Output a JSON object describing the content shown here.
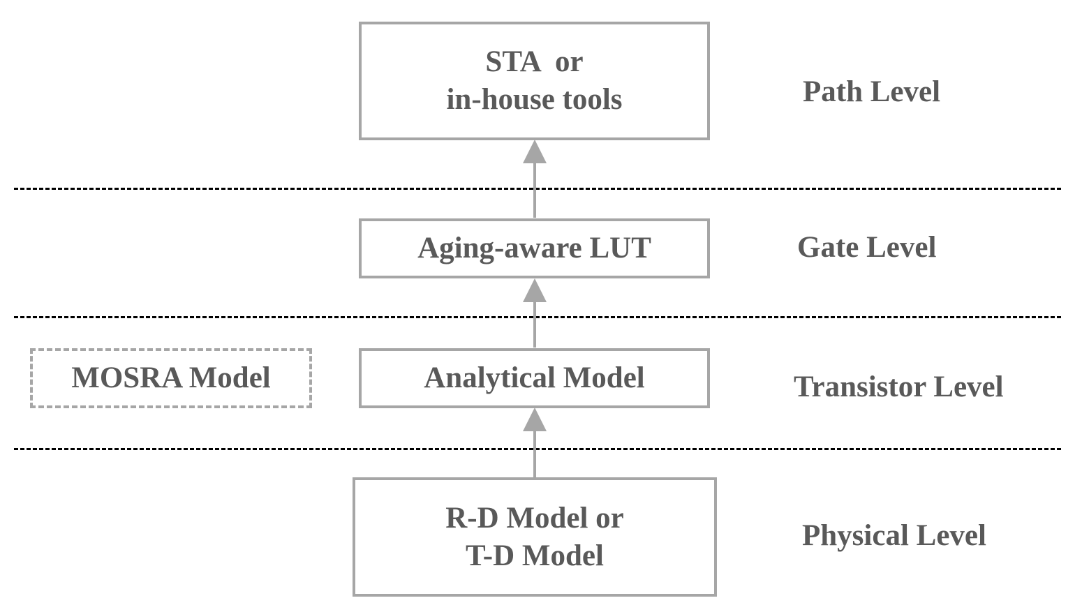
{
  "boxes": {
    "path": {
      "line1": "STA  or",
      "line2": "in-house tools"
    },
    "gate": {
      "label": "Aging-aware LUT"
    },
    "transistor": {
      "label": "Analytical Model"
    },
    "mosra": {
      "label": "MOSRA Model"
    },
    "physical": {
      "line1": "R-D Model or",
      "line2": "T-D Model"
    }
  },
  "levels": {
    "path": "Path Level",
    "gate": "Gate Level",
    "transistor": "Transistor Level",
    "physical": "Physical Level"
  },
  "colors": {
    "box_border": "#a6a6a6",
    "text": "#595959",
    "separator": "#000000",
    "arrow": "#a6a6a6"
  }
}
